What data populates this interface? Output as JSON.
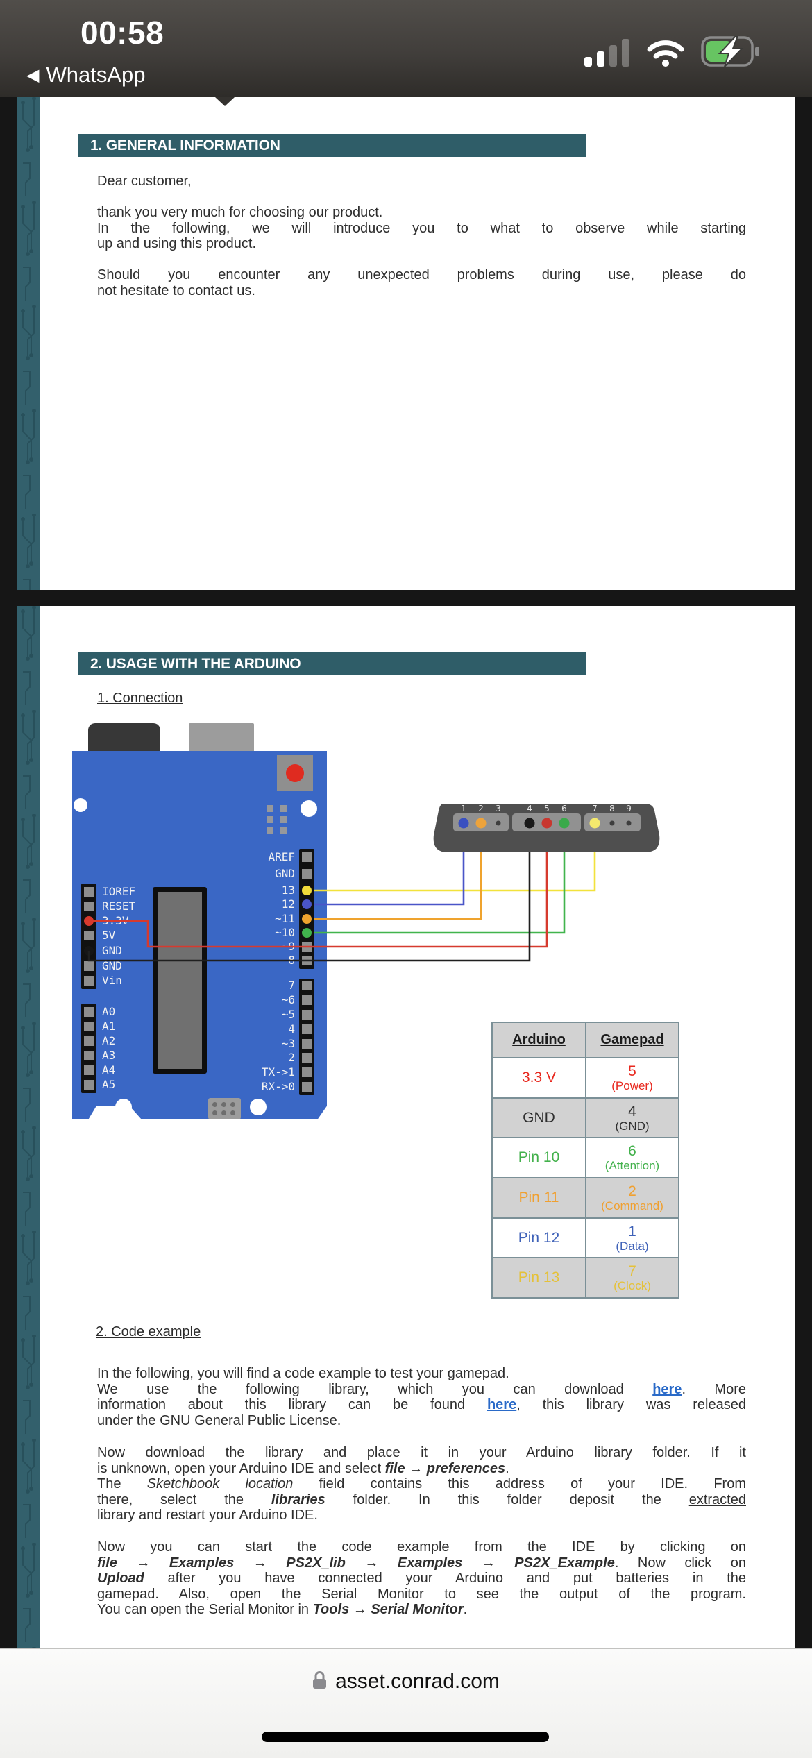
{
  "status_bar": {
    "time": "00:58",
    "back_label": "WhatsApp",
    "icons": [
      "back-arrow-icon",
      "signal-icon",
      "wifi-icon",
      "battery-charging-icon"
    ]
  },
  "page1": {
    "section_header": "1. GENERAL INFORMATION",
    "blocks": [
      {
        "lines": [
          {
            "seg": [
              {
                "t": "Dear customer,"
              }
            ]
          }
        ]
      },
      {
        "lines": [
          {
            "seg": [
              {
                "t": "thank you very much for choosing our product."
              }
            ]
          },
          {
            "j": true,
            "seg": [
              {
                "t": "In the following, we will introduce you to what to observe while starting"
              }
            ]
          },
          {
            "seg": [
              {
                "t": "up and using this product."
              }
            ]
          }
        ]
      },
      {
        "lines": [
          {
            "j": true,
            "seg": [
              {
                "t": "Should you encounter any unexpected problems during use, please do"
              }
            ]
          },
          {
            "seg": [
              {
                "t": "not hesitate to contact us."
              }
            ]
          }
        ]
      }
    ]
  },
  "page2": {
    "section_header": "2.  USAGE WITH THE ARDUINO",
    "connection_heading": "1. Connection",
    "code_heading": "2. Code example",
    "board": {
      "pins_power": [
        {
          "label": "IOREF"
        },
        {
          "label": "RESET"
        },
        {
          "label": "3.3V",
          "color": "#d63a2e"
        },
        {
          "label": "5V"
        },
        {
          "label": "GND",
          "color": "#161616"
        },
        {
          "label": "GND"
        },
        {
          "label": "Vin"
        }
      ],
      "pins_analog": [
        {
          "label": "A0"
        },
        {
          "label": "A1"
        },
        {
          "label": "A2"
        },
        {
          "label": "A3"
        },
        {
          "label": "A4"
        },
        {
          "label": "A5"
        }
      ],
      "pins_digital_upper": [
        {
          "label": "AREF"
        },
        {
          "label": "GND"
        },
        {
          "label": "13",
          "color": "#f2dc3a"
        },
        {
          "label": "12",
          "color": "#4a55c8"
        },
        {
          "label": "~11",
          "color": "#efa32e"
        },
        {
          "label": "~10",
          "color": "#41b44d"
        },
        {
          "label": "~9"
        },
        {
          "label": "8"
        }
      ],
      "pins_digital_lower": [
        {
          "label": "7"
        },
        {
          "label": "~6"
        },
        {
          "label": "~5"
        },
        {
          "label": "4"
        },
        {
          "label": "~3"
        },
        {
          "label": "2"
        },
        {
          "label": "TX->1"
        },
        {
          "label": "RX->0"
        }
      ]
    },
    "connector": {
      "numbers": [
        "1",
        "2",
        "3",
        "4",
        "5",
        "6",
        "7",
        "8",
        "9"
      ],
      "dot_colors": [
        "#3a50c0",
        "#eda33b",
        "",
        "#1a1a1a",
        "#c8372f",
        "#3aa94a",
        "#f4e96d",
        "",
        ""
      ]
    },
    "wires": [
      {
        "name": "clock",
        "color": "#f2e23c"
      },
      {
        "name": "data",
        "color": "#4a55c8"
      },
      {
        "name": "command",
        "color": "#efa32e"
      },
      {
        "name": "attention",
        "color": "#41b44d"
      },
      {
        "name": "power",
        "color": "#d63a2e"
      },
      {
        "name": "ground",
        "color": "#1f1f1f"
      }
    ],
    "table": {
      "headers": [
        "Arduino",
        "Gamepad"
      ],
      "rows": [
        {
          "arduino": "3.3 V",
          "gamepad_num": "5",
          "gamepad_label": "(Power)",
          "color": "#e8281e",
          "shade": false
        },
        {
          "arduino": "GND",
          "gamepad_num": "4",
          "gamepad_label": "(GND)",
          "color": "#2e2e2e",
          "shade": true
        },
        {
          "arduino": "Pin 10",
          "gamepad_num": "6",
          "gamepad_label": "(Attention)",
          "color": "#43b14c",
          "shade": false
        },
        {
          "arduino": "Pin 11",
          "gamepad_num": "2",
          "gamepad_label": "(Command)",
          "color": "#f0a030",
          "shade": true
        },
        {
          "arduino": "Pin 12",
          "gamepad_num": "1",
          "gamepad_label": "(Data)",
          "color": "#3f62b8",
          "shade": false
        },
        {
          "arduino": "Pin 13",
          "gamepad_num": "7",
          "gamepad_label": "(Clock)",
          "color": "#e5c138",
          "shade": true
        }
      ]
    },
    "code_blocks": [
      {
        "lines": [
          {
            "seg": [
              {
                "t": "In the following, you will find a code example to test your gamepad."
              }
            ]
          },
          {
            "j": true,
            "seg": [
              {
                "t": "We use the following library, which you can download "
              },
              {
                "t": "here",
                "s": "link"
              },
              {
                "t": ". More"
              }
            ]
          },
          {
            "j": true,
            "seg": [
              {
                "t": "information about this library can be found "
              },
              {
                "t": "here",
                "s": "link"
              },
              {
                "t": ", this library was released"
              }
            ]
          },
          {
            "seg": [
              {
                "t": "under the GNU General Public License."
              }
            ]
          }
        ]
      },
      {
        "lines": [
          {
            "j": true,
            "seg": [
              {
                "t": "Now download the library and place it in your Arduino library folder. If it"
              }
            ]
          },
          {
            "seg": [
              {
                "t": "is unknown, open your Arduino IDE and select "
              },
              {
                "t": "file",
                "s": "bi"
              },
              {
                "t": " → "
              },
              {
                "t": "preferences",
                "s": "bi"
              },
              {
                "t": "."
              }
            ]
          },
          {
            "j": true,
            "seg": [
              {
                "t": "The "
              },
              {
                "t": "Sketchbook location",
                "s": "i"
              },
              {
                "t": " field contains this address of your IDE. From"
              }
            ]
          },
          {
            "j": true,
            "seg": [
              {
                "t": "there, select the "
              },
              {
                "t": "libraries",
                "s": "bi"
              },
              {
                "t": " folder. In this folder deposit the "
              },
              {
                "t": "extracted",
                "s": "u"
              }
            ]
          },
          {
            "seg": [
              {
                "t": "library and restart your Arduino IDE."
              }
            ]
          }
        ]
      },
      {
        "lines": [
          {
            "j": true,
            "seg": [
              {
                "t": "Now you can start the code example from the IDE by clicking on"
              }
            ]
          },
          {
            "j": true,
            "seg": [
              {
                "t": "file",
                "s": "bi"
              },
              {
                "t": " → "
              },
              {
                "t": "Examples",
                "s": "bi"
              },
              {
                "t": " → "
              },
              {
                "t": "PS2X_lib",
                "s": "bi"
              },
              {
                "t": " → "
              },
              {
                "t": "Examples",
                "s": "bi"
              },
              {
                "t": " → "
              },
              {
                "t": "PS2X_Example",
                "s": "bi"
              },
              {
                "t": ".  Now click on"
              }
            ]
          },
          {
            "j": true,
            "seg": [
              {
                "t": "Upload",
                "s": "bi"
              },
              {
                "t": " after you have connected your Arduino and put batteries in the"
              }
            ]
          },
          {
            "j": true,
            "seg": [
              {
                "t": "gamepad. Also, open the Serial Monitor to see the output of the program."
              }
            ]
          },
          {
            "seg": [
              {
                "t": "You can open the Serial Monitor in "
              },
              {
                "t": "Tools",
                "s": "bi"
              },
              {
                "t": " → "
              },
              {
                "t": "Serial Monitor",
                "s": "bi"
              },
              {
                "t": "."
              }
            ]
          }
        ]
      }
    ]
  },
  "bottom_bar": {
    "url": "asset.conrad.com",
    "icons": [
      "lock-icon",
      "home-indicator"
    ]
  }
}
